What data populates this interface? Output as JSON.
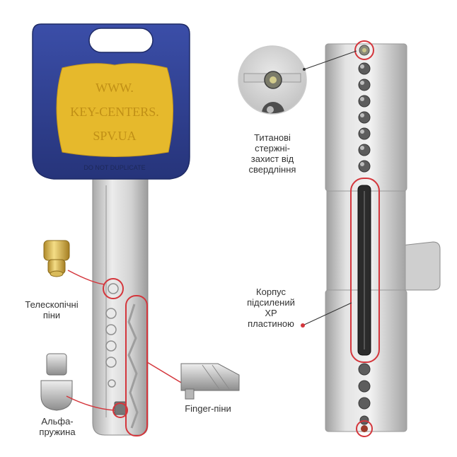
{
  "key_head": {
    "lines": [
      "WWW.",
      "KEY-CENTERS.",
      "SPV.UA"
    ],
    "imprint": "DO NOT DUPLICATE"
  },
  "labels": {
    "telescopic": "Телескопічні\nпіни",
    "alpha": "Альфа-\nпружина",
    "finger": "Finger-піни",
    "titanium": "Титанові\nстержні-\nзахист від\nсвердління",
    "body": "Корпус\nпідсилений\nXP\nпластиною"
  },
  "colors": {
    "accent": "#d4363c",
    "head_blue": "#2f3f8e",
    "insert_yellow": "#e6b92c",
    "metal": "#cfcfcf"
  }
}
